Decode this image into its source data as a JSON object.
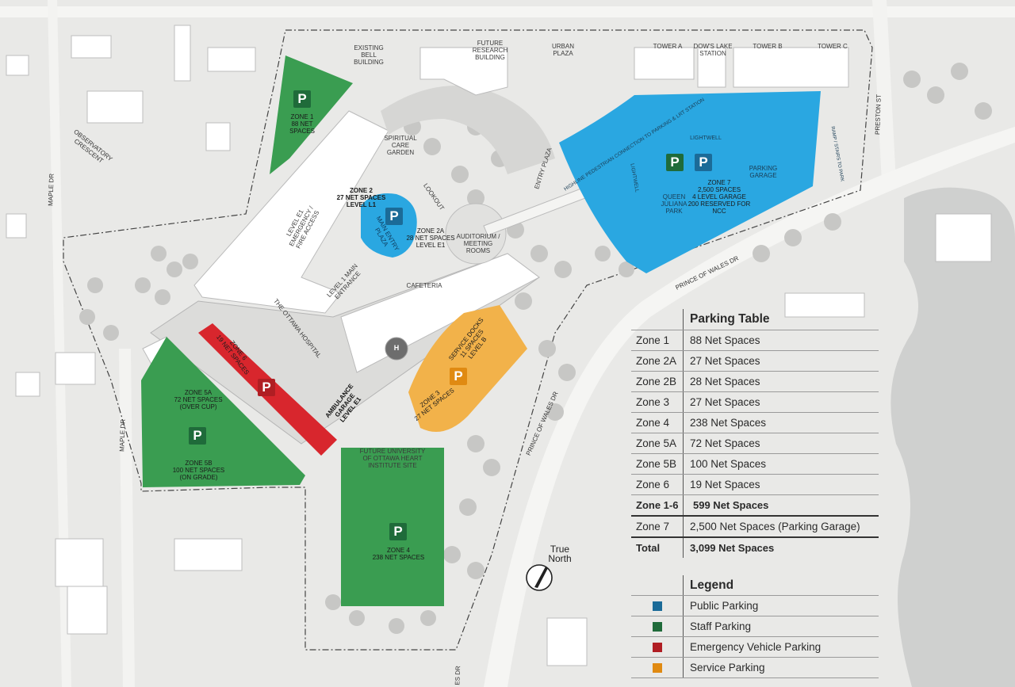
{
  "colors": {
    "public": "#2aa7e1",
    "staff": "#3a9d51",
    "emergency": "#d8262d",
    "service": "#f2b24a",
    "building": "#ffffff",
    "ground": "#e9e9e7"
  },
  "map_labels": {
    "existing_bell": "EXISTING\nBELL\nBUILDING",
    "future_research": "FUTURE\nRESEARCH\nBUILDING",
    "urban_plaza": "URBAN\nPLAZA",
    "tower_a": "TOWER A",
    "dows_lake": "DOW'S LAKE\nSTATION",
    "tower_b": "TOWER B",
    "tower_c": "TOWER C",
    "spiritual_care": "SPIRITUAL\nCARE\nGARDEN",
    "entry_plaza": "ENTRY PLAZA",
    "lookout": "LOOKOUT",
    "main_entry_plaza": "MAIN ENTRY\nPLAZA",
    "auditorium": "AUDITORIUM /\nMEETING\nROOMS",
    "cafeteria": "CAFETERIA",
    "level_e1_emergency": "LEVEL E1\nEMERGENCY /\nFIRE ACCESS",
    "level_1_main": "LEVEL 1 MAIN\nENTRANCE",
    "ottawa_hospital": "THE OTTAWA HOSPITAL",
    "ambulance_garage": "AMBULANCE\nGARAGE\nLEVEL E1",
    "future_uottawa": "FUTURE UNIVERSITY\nOF OTTAWA HEART\nINSTITUTE SITE",
    "highline": "HIGHLINE PEDESTRIAN CONNECTION TO PARKING & LRT STATION",
    "lightwell_1": "LIGHTWELL",
    "lightwell_2": "LIGHTWELL",
    "queen_juliana": "QUEEN\nJULIANA\nPARK",
    "parking_garage": "PARKING\nGARAGE",
    "ramp_stairs": "RAMP / STAIRS TO PARK",
    "observatory": "OBSERVATORY\nCRESCENT",
    "maple_dr_1": "MAPLE DR",
    "maple_dr_2": "MAPLE DR",
    "preston_st": "PRESTON ST",
    "prince_wales_1": "PRINCE OF WALES DR",
    "prince_wales_2": "PRINCE OF WALES DR",
    "es_dr": "ES DR",
    "helipad": "H"
  },
  "zones": {
    "zone1": "ZONE 1\n88 NET\nSPACES",
    "zone2": "ZONE 2\n27 NET SPACES\nLEVEL L1",
    "zone2a": "ZONE 2A\n28 NET SPACES\nLEVEL E1",
    "zone3": "ZONE 3\n27 NET SPACES",
    "service_docks": "SERVICE DOCKS\n11 SPACES\nLEVEL B",
    "zone4": "ZONE 4\n238 NET SPACES",
    "zone5a": "ZONE 5A\n72 NET SPACES\n(OVER CUP)",
    "zone5b": "ZONE 5B\n100 NET SPACES\n(ON GRADE)",
    "zone6": "ZONE 6\n19 NET SPACES",
    "zone7": "ZONE 7\n2,500 SPACES\n4 LEVEL GARAGE\n200 RESERVED FOR\nNCC",
    "p": "P"
  },
  "parking_table": {
    "title": "Parking Table",
    "rows": [
      {
        "zone": "Zone 1",
        "spaces": "88 Net Spaces"
      },
      {
        "zone": "Zone 2A",
        "spaces": "27 Net Spaces"
      },
      {
        "zone": "Zone 2B",
        "spaces": "28 Net Spaces"
      },
      {
        "zone": "Zone 3",
        "spaces": "27 Net Spaces"
      },
      {
        "zone": "Zone 4",
        "spaces": "238 Net Spaces"
      },
      {
        "zone": "Zone 5A",
        "spaces": "72 Net Spaces"
      },
      {
        "zone": "Zone 5B",
        "spaces": "100 Net Spaces"
      },
      {
        "zone": "Zone 6",
        "spaces": "19 Net Spaces"
      }
    ],
    "subtotal": {
      "zone": "Zone 1-6",
      "spaces": "599 Net Spaces"
    },
    "zone7": {
      "zone": "Zone 7",
      "spaces": "2,500 Net Spaces (Parking Garage)"
    },
    "total": {
      "zone": "Total",
      "spaces": "3,099 Net Spaces"
    }
  },
  "legend": {
    "title": "Legend",
    "items": [
      {
        "label": "Public Parking",
        "color": "#1b6b98"
      },
      {
        "label": "Staff Parking",
        "color": "#1f6b3a"
      },
      {
        "label": "Emergency Vehicle Parking",
        "color": "#b01e23"
      },
      {
        "label": "Service Parking",
        "color": "#e08a12"
      }
    ]
  },
  "true_north": "True\nNorth"
}
